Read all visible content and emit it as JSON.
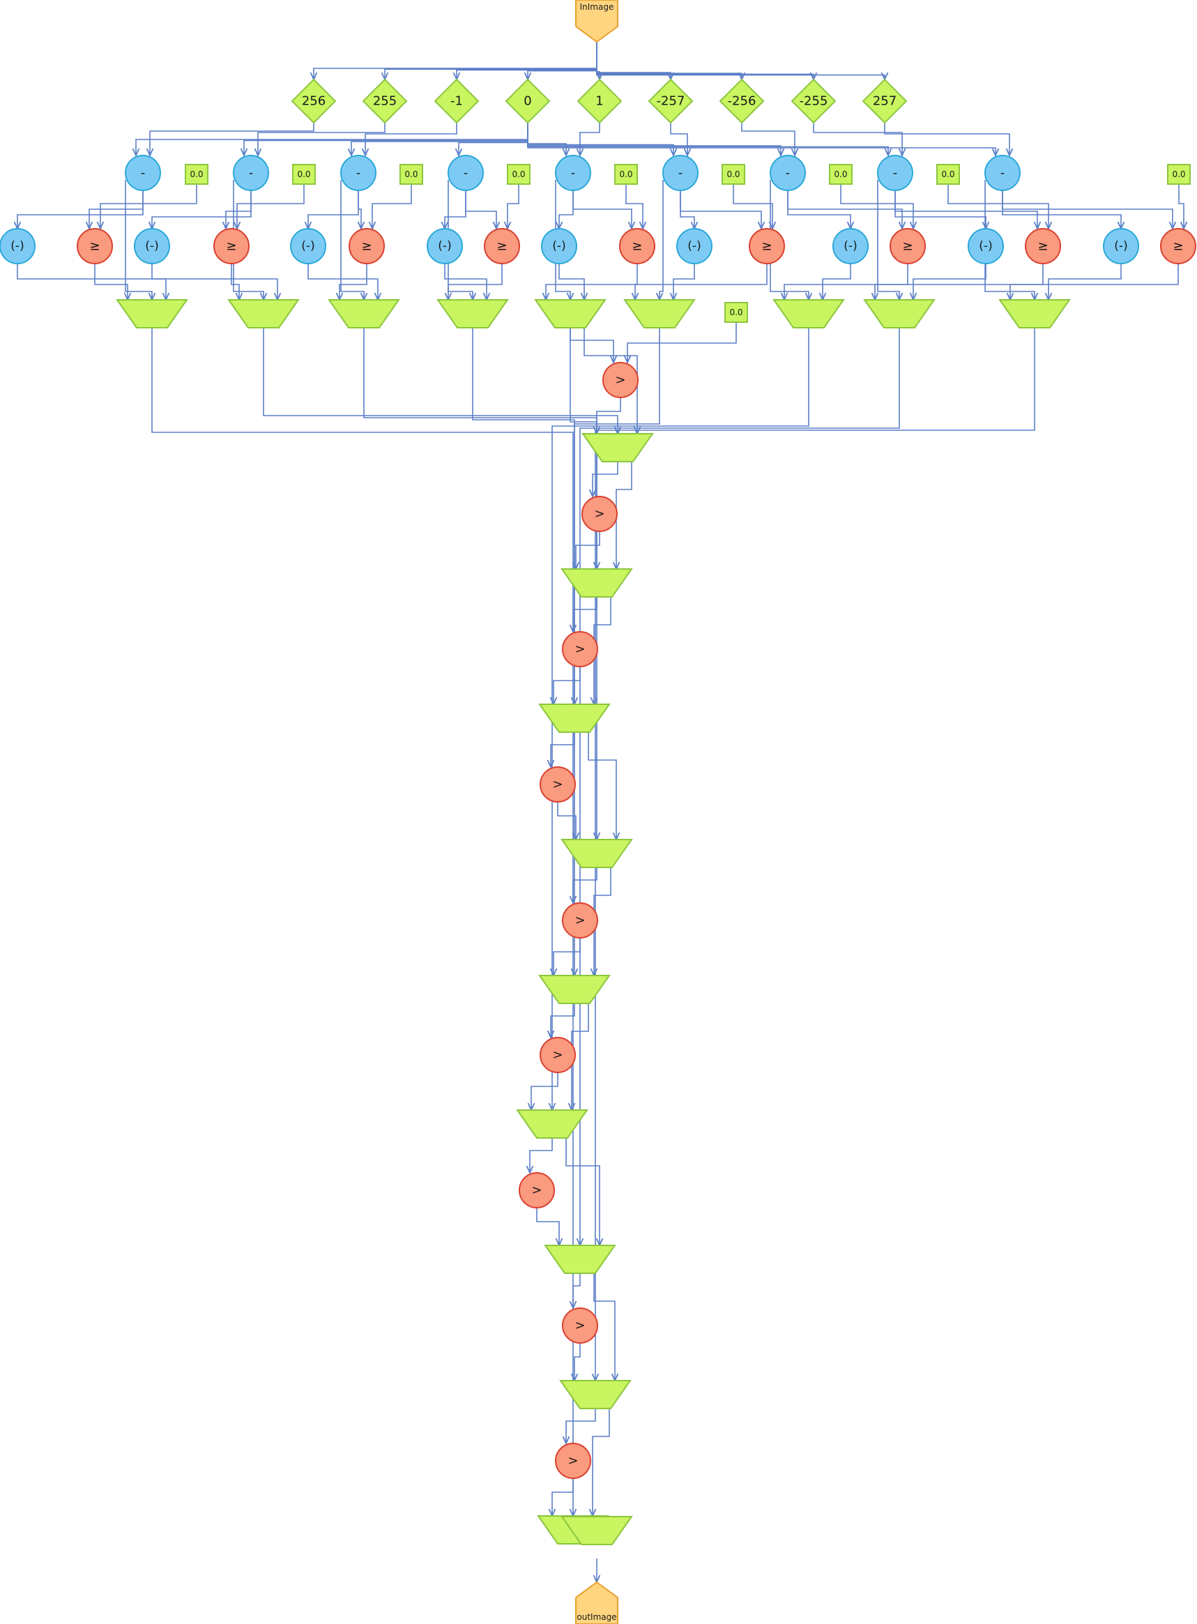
{
  "io": {
    "input_label": "InImage",
    "output_label": "outImage"
  },
  "offsets": [
    "256",
    "255",
    "-1",
    "0",
    "1",
    "-257",
    "-256",
    "-255",
    "257"
  ],
  "zero_label": "0.0",
  "minus_label": "-",
  "negate_label": "(-)",
  "gte_label": "≥",
  "gt_label": ">",
  "colors": {
    "io_fill": "#FFD580",
    "io_stroke": "#E8A030",
    "green_fill": "#C8F560",
    "green_stroke": "#8CC63F",
    "blue_fill": "#7DCBF5",
    "blue_stroke": "#2AA8D8",
    "red_fill": "#FA9A7E",
    "red_stroke": "#D94030",
    "edge": "#5B7FC7"
  }
}
